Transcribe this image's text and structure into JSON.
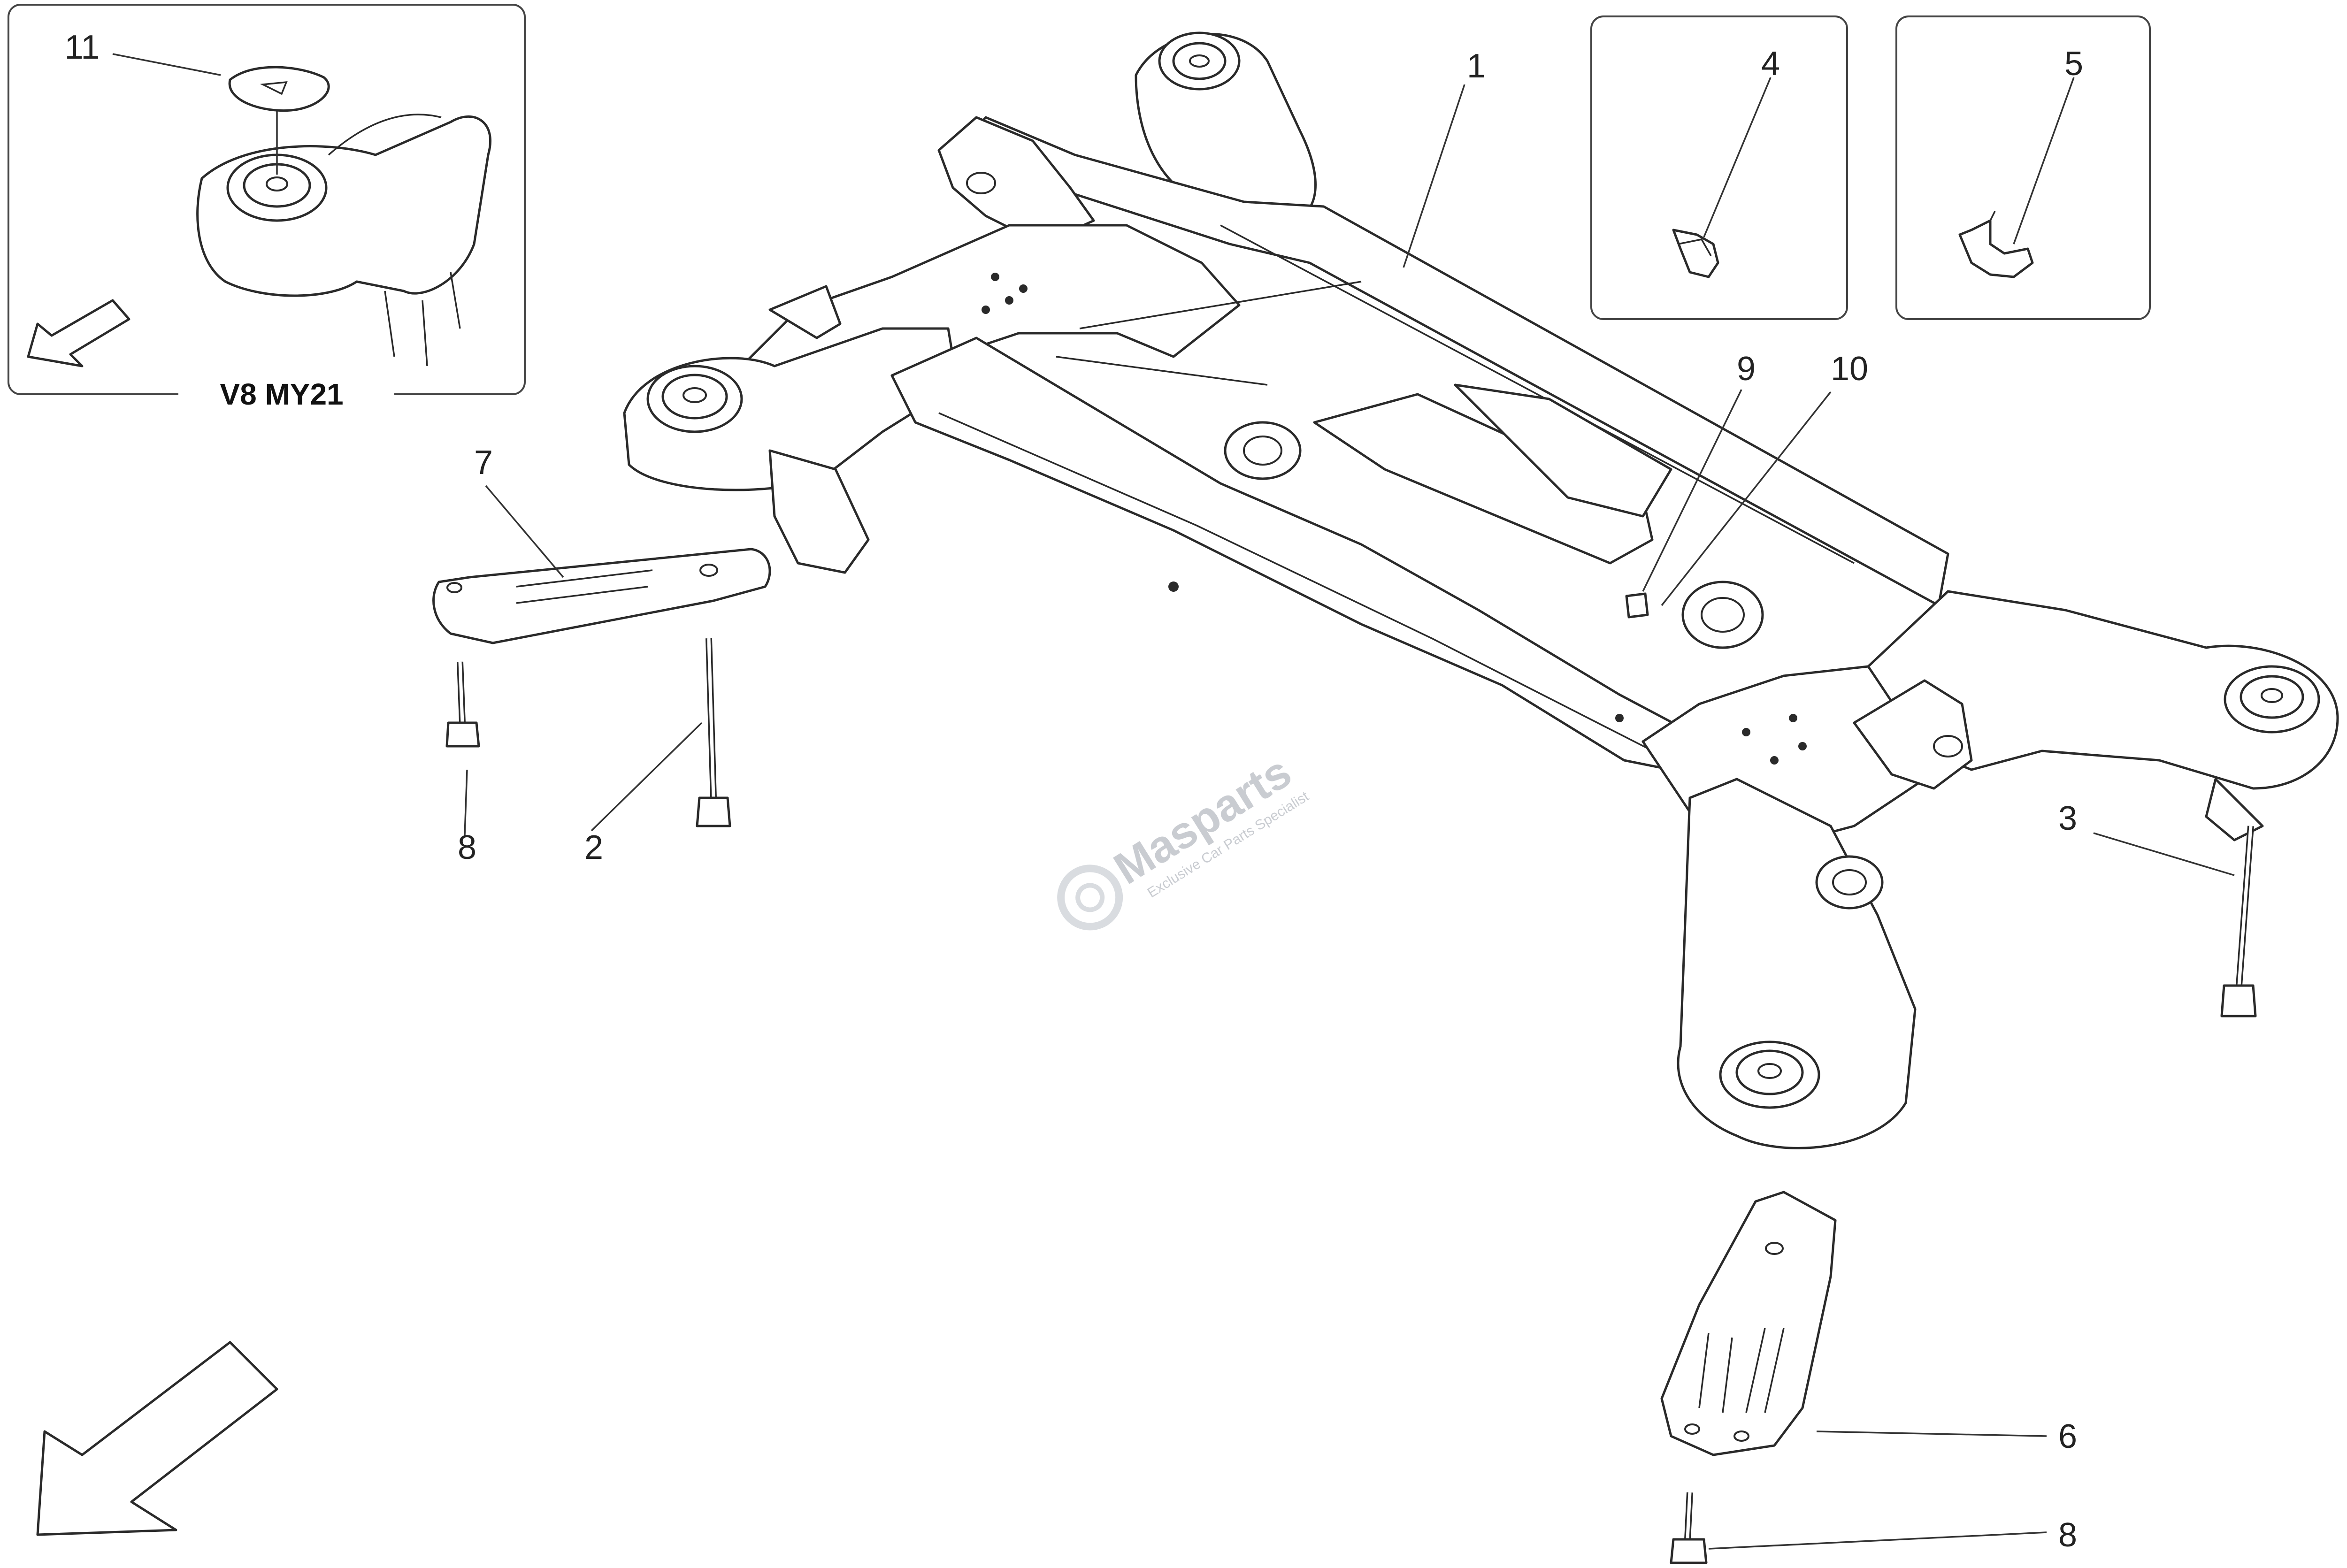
{
  "callouts": {
    "c1": "1",
    "c2": "2",
    "c3": "3",
    "c4": "4",
    "c5": "5",
    "c6": "6",
    "c7": "7",
    "c8a": "8",
    "c8b": "8",
    "c9": "9",
    "c10": "10",
    "c11": "11"
  },
  "inset": {
    "caption": "V8 MY21"
  },
  "watermark": {
    "brand": "Masparts",
    "tagline": "Exclusive Car Parts Specialist"
  }
}
